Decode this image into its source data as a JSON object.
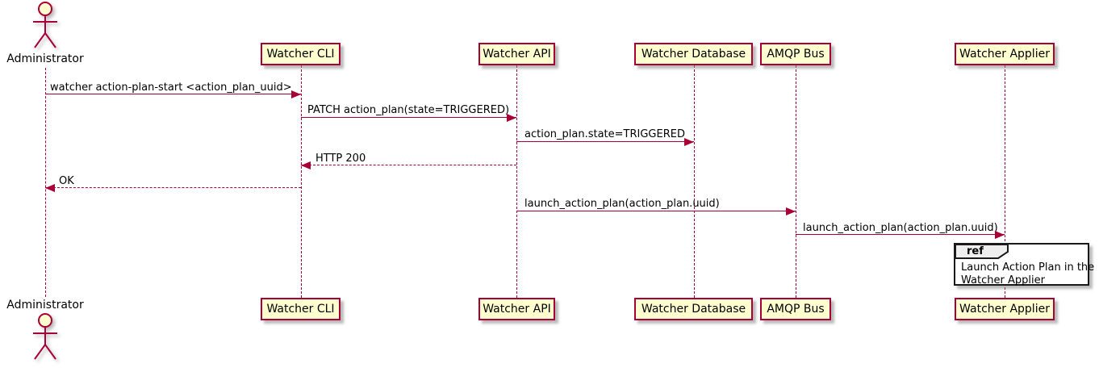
{
  "diagram": {
    "type": "plantuml-sequence",
    "accent_color": "#A80036",
    "participant_fill": "#FEFECE",
    "ref_header_fill": "#EEEEEE",
    "text_color": "#000000"
  },
  "actor": {
    "label": "Administrator"
  },
  "participants": [
    {
      "id": "watcher-cli",
      "label": "Watcher CLI"
    },
    {
      "id": "watcher-api",
      "label": "Watcher API"
    },
    {
      "id": "watcher-database",
      "label": "Watcher Database"
    },
    {
      "id": "amqp-bus",
      "label": "AMQP Bus"
    },
    {
      "id": "watcher-applier",
      "label": "Watcher Applier"
    }
  ],
  "messages": [
    {
      "from": "Administrator",
      "to": "Watcher CLI",
      "label": "watcher action-plan-start <action_plan_uuid>",
      "line": "solid",
      "direction": "right"
    },
    {
      "from": "Watcher CLI",
      "to": "Watcher API",
      "label": "PATCH action_plan(state=TRIGGERED)",
      "line": "solid",
      "direction": "right"
    },
    {
      "from": "Watcher API",
      "to": "Watcher Database",
      "label": "action_plan.state=TRIGGERED",
      "line": "solid",
      "direction": "right"
    },
    {
      "from": "Watcher API",
      "to": "Watcher CLI",
      "label": "HTTP 200",
      "line": "dashed",
      "direction": "left"
    },
    {
      "from": "Watcher CLI",
      "to": "Administrator",
      "label": "OK",
      "line": "dashed",
      "direction": "left"
    },
    {
      "from": "Watcher API",
      "to": "AMQP Bus",
      "label": "launch_action_plan(action_plan.uuid)",
      "line": "solid",
      "direction": "right"
    },
    {
      "from": "AMQP Bus",
      "to": "Watcher Applier",
      "label": "launch_action_plan(action_plan.uuid)",
      "line": "solid",
      "direction": "right"
    }
  ],
  "ref": {
    "header": "ref",
    "line1": "Launch Action Plan in the",
    "line2": "Watcher Applier"
  }
}
